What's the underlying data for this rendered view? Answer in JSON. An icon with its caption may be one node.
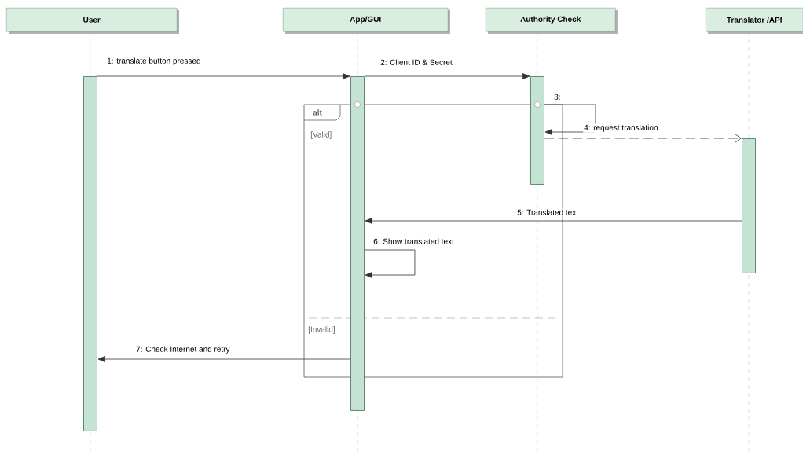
{
  "diagram": {
    "nodes": [
      {
        "text": [
          "User"
        ]
      },
      {
        "text": [
          "App/GUI"
        ]
      },
      {
        "text": [
          "Authority Check"
        ]
      },
      {
        "text": [
          "Translator /API"
        ]
      },
      {
        "text": [],
        "shape": "bar"
      },
      {
        "text": [],
        "shape": "bar"
      },
      {
        "text": [],
        "shape": "bar"
      },
      {
        "text": [],
        "shape": "bar"
      }
    ],
    "edges": [
      {
        "from": 4,
        "to": 5,
        "arrow": "to",
        "label": "1: translate button pressed"
      },
      {
        "from": 5,
        "to": 6,
        "arrow": "to",
        "label": "2: Client ID & Secret"
      },
      {
        "from": 6,
        "to": 6,
        "arrow": "to",
        "label": "3:"
      },
      {
        "from": 6,
        "to": 7,
        "arrow": "to",
        "label": "4: request translation",
        "style": "dashed"
      },
      {
        "from": 7,
        "to": 5,
        "arrow": "to",
        "label": "5: Translated text"
      },
      {
        "from": 5,
        "to": 5,
        "arrow": "to",
        "label": "6: Show translated text"
      },
      {
        "from": 5,
        "to": 4,
        "arrow": "to",
        "label": "7: Check Internet and retry"
      }
    ],
    "labels": [
      "alt",
      "[Valid]",
      "[Invalid]"
    ]
  }
}
